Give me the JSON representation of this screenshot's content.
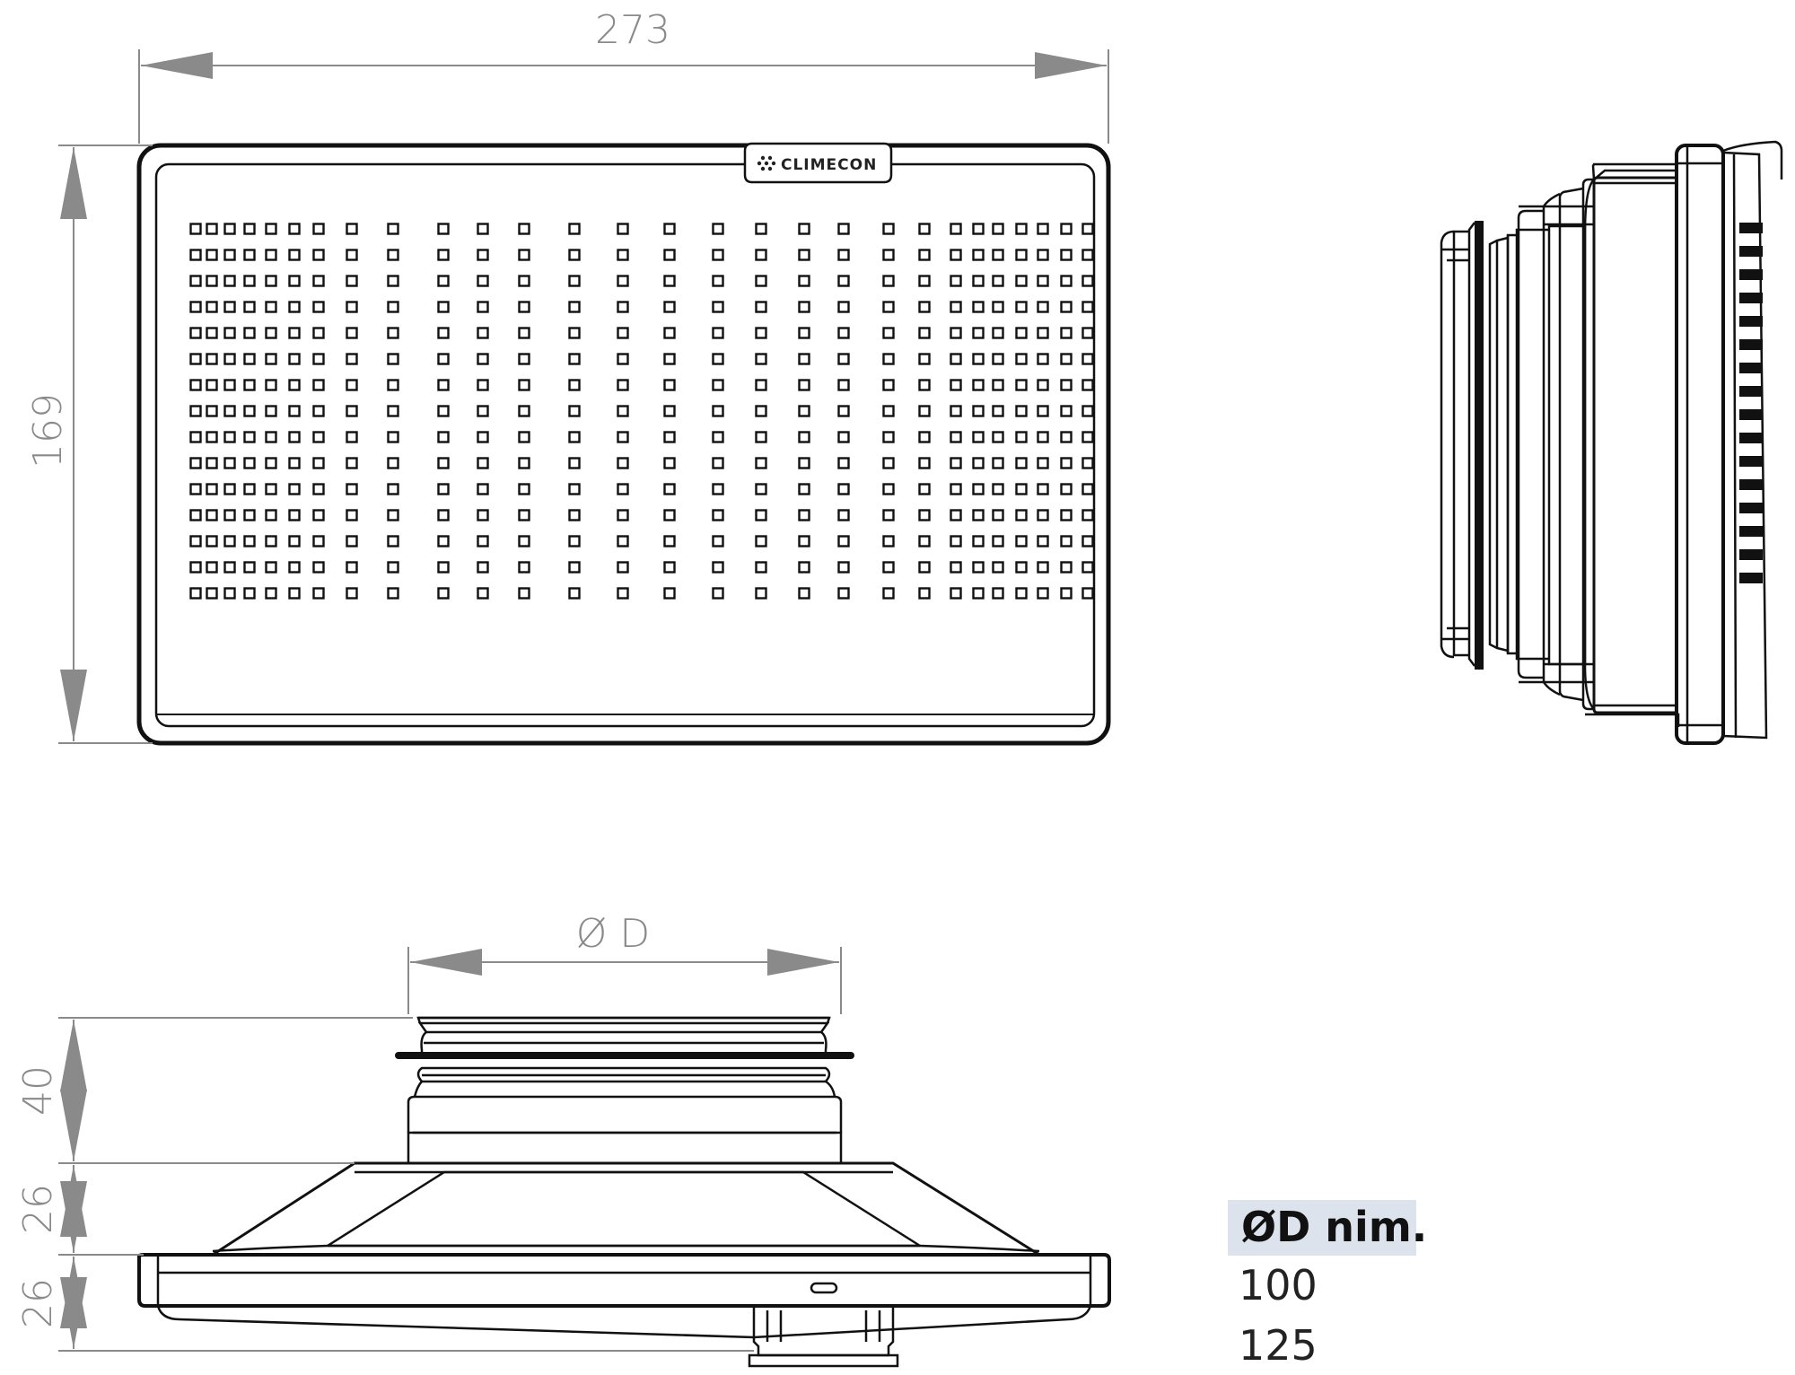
{
  "dimensions": {
    "width": "273",
    "height": "169",
    "diameter": "Ø D",
    "depth_top": "40",
    "depth_mid": "26",
    "depth_bottom": "26"
  },
  "brand": "CLIMECON",
  "table": {
    "header": "ØD nim.",
    "rows": [
      "100",
      "125"
    ]
  },
  "colors": {
    "line": "#111111",
    "dimension": "#8a8a8a",
    "table_header_bg": "#dde3ec"
  }
}
